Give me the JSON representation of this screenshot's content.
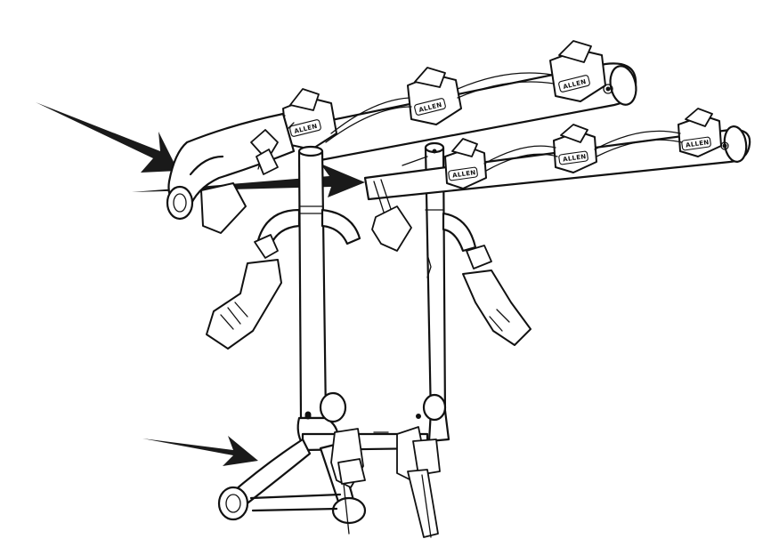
{
  "figure": {
    "subject": "",
    "brand_logo_text": "ALLEN",
    "cradle_count_per_arm": 3,
    "arm_count": 2,
    "pointer_arrow_count": 3,
    "colors": {
      "line": "#111111",
      "background": "#ffffff"
    }
  }
}
